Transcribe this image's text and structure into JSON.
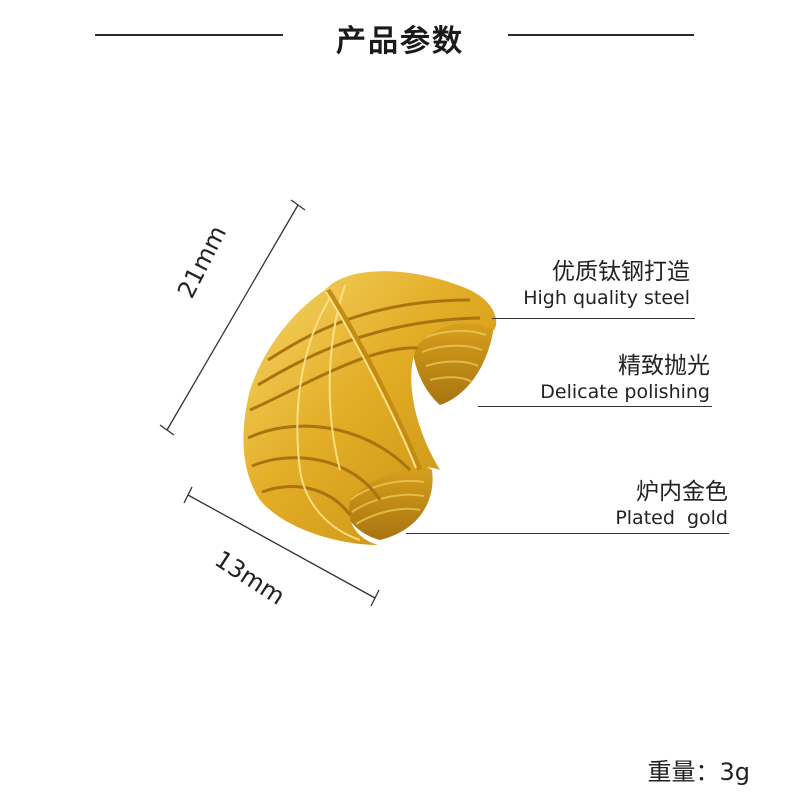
{
  "header": {
    "title": "产品参数"
  },
  "dimensions": {
    "height_label": "21mm",
    "width_label": "13mm"
  },
  "features": [
    {
      "zh": "优质钛钢打造",
      "en": "High quality steel"
    },
    {
      "zh": "精致抛光",
      "en": "Delicate polishing"
    },
    {
      "zh": "炉内金色",
      "en": "Plated  gold"
    }
  ],
  "weight": "重量：3g",
  "colors": {
    "gold": "#e8b52a",
    "gold_dark": "#b8860b",
    "line": "#333333"
  },
  "product": {
    "icon": "gold-crossover-ring-image"
  }
}
